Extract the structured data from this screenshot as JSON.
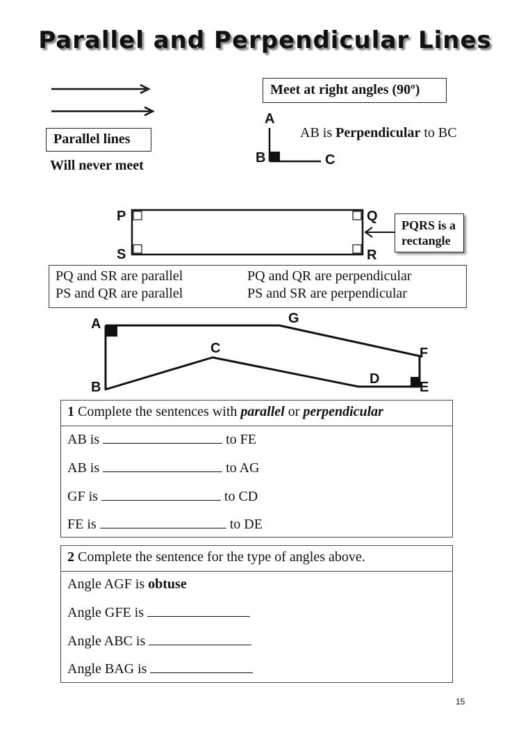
{
  "page": {
    "title": "Parallel and Perpendicular Lines",
    "page_number": "15"
  },
  "parallel_demo": {
    "label": "Parallel lines",
    "note": "Will never meet"
  },
  "perpendicular_demo": {
    "label": "Meet at right angles (90º)",
    "point_a": "A",
    "point_b": "B",
    "point_c": "C",
    "statement_prefix": "AB is ",
    "statement_bold": "Perpendicular",
    "statement_suffix": " to BC"
  },
  "rectangle_demo": {
    "p": "P",
    "q": "Q",
    "r": "R",
    "s": "S",
    "callout": "PQRS is a rectangle",
    "facts": [
      "PQ and SR are parallel",
      "PS and QR are parallel",
      "PQ and QR are perpendicular",
      "PS and SR are perpendicular"
    ]
  },
  "shape_demo": {
    "a": "A",
    "b": "B",
    "c": "C",
    "d": "D",
    "e": "E",
    "f": "F",
    "g": "G"
  },
  "exercise1": {
    "number": "1",
    "instruction_prefix": " Complete the sentences with ",
    "word1": "parallel",
    "word_or": " or ",
    "word2": "perpendicular",
    "lines": [
      {
        "pre": "AB is ",
        "post": " to FE"
      },
      {
        "pre": "AB is ",
        "post": " to AG"
      },
      {
        "pre": "GF is ",
        "post": " to CD"
      },
      {
        "pre": "FE is ",
        "post": " to DE"
      }
    ]
  },
  "exercise2": {
    "number": "2",
    "instruction": " Complete the sentence for the type of angles above.",
    "example_prefix": "Angle AGF is ",
    "example_answer": "obtuse",
    "lines": [
      {
        "pre": "Angle GFE is "
      },
      {
        "pre": "Angle ABC is "
      },
      {
        "pre": "Angle BAG is "
      }
    ]
  }
}
